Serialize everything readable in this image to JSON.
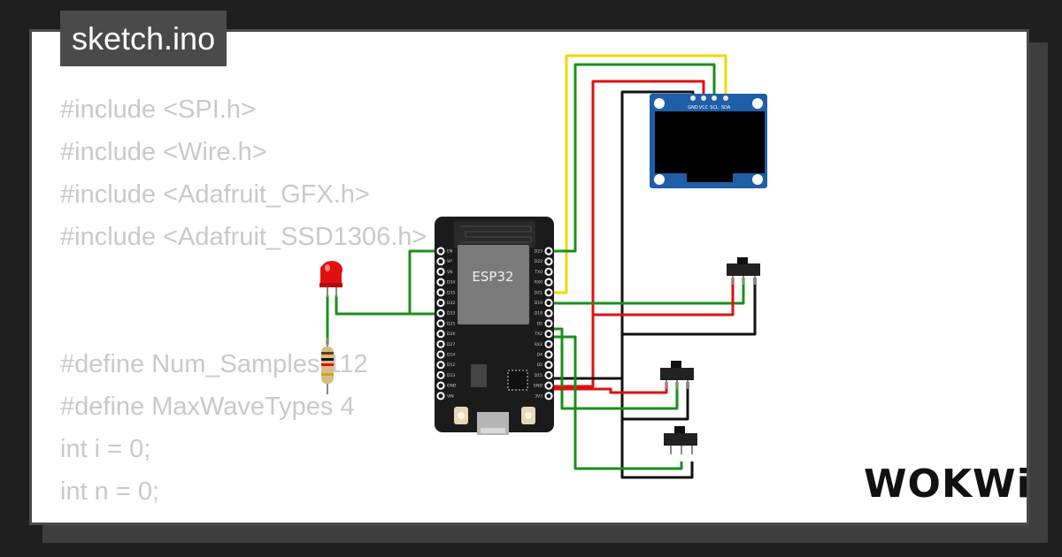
{
  "file_tab": {
    "label": "sketch.ino"
  },
  "code": {
    "lines": [
      "#include <SPI.h>",
      "#include <Wire.h>",
      "#include <Adafruit_GFX.h>",
      "#include <Adafruit_SSD1306.h>",
      "",
      "",
      "#define Num_Samples 112",
      "#define MaxWaveTypes 4",
      "int i = 0;",
      "int n = 0;"
    ]
  },
  "esp32": {
    "chip_label": "ESP32",
    "left_pins": [
      "EN",
      "VP",
      "VN",
      "D34",
      "D35",
      "D32",
      "D33",
      "D25",
      "D26",
      "D27",
      "D14",
      "D12",
      "D13",
      "GND",
      "VIN"
    ],
    "right_pins": [
      "D23",
      "D22",
      "TX0",
      "RX0",
      "D21",
      "D19",
      "D18",
      "D5",
      "TX2",
      "RX2",
      "D4",
      "D2",
      "D15",
      "GND",
      "3V3"
    ]
  },
  "oled": {
    "pins": [
      "GND",
      "VCC",
      "SCL",
      "SDA"
    ]
  },
  "brand": {
    "label": "WOKWi"
  },
  "colors": {
    "wire_green": "#1a8f1a",
    "wire_red": "#e01010",
    "wire_yellow": "#f2d600",
    "wire_black": "#111111",
    "oled_board": "#1e5fa8",
    "esp_board": "#1b1b1b"
  }
}
